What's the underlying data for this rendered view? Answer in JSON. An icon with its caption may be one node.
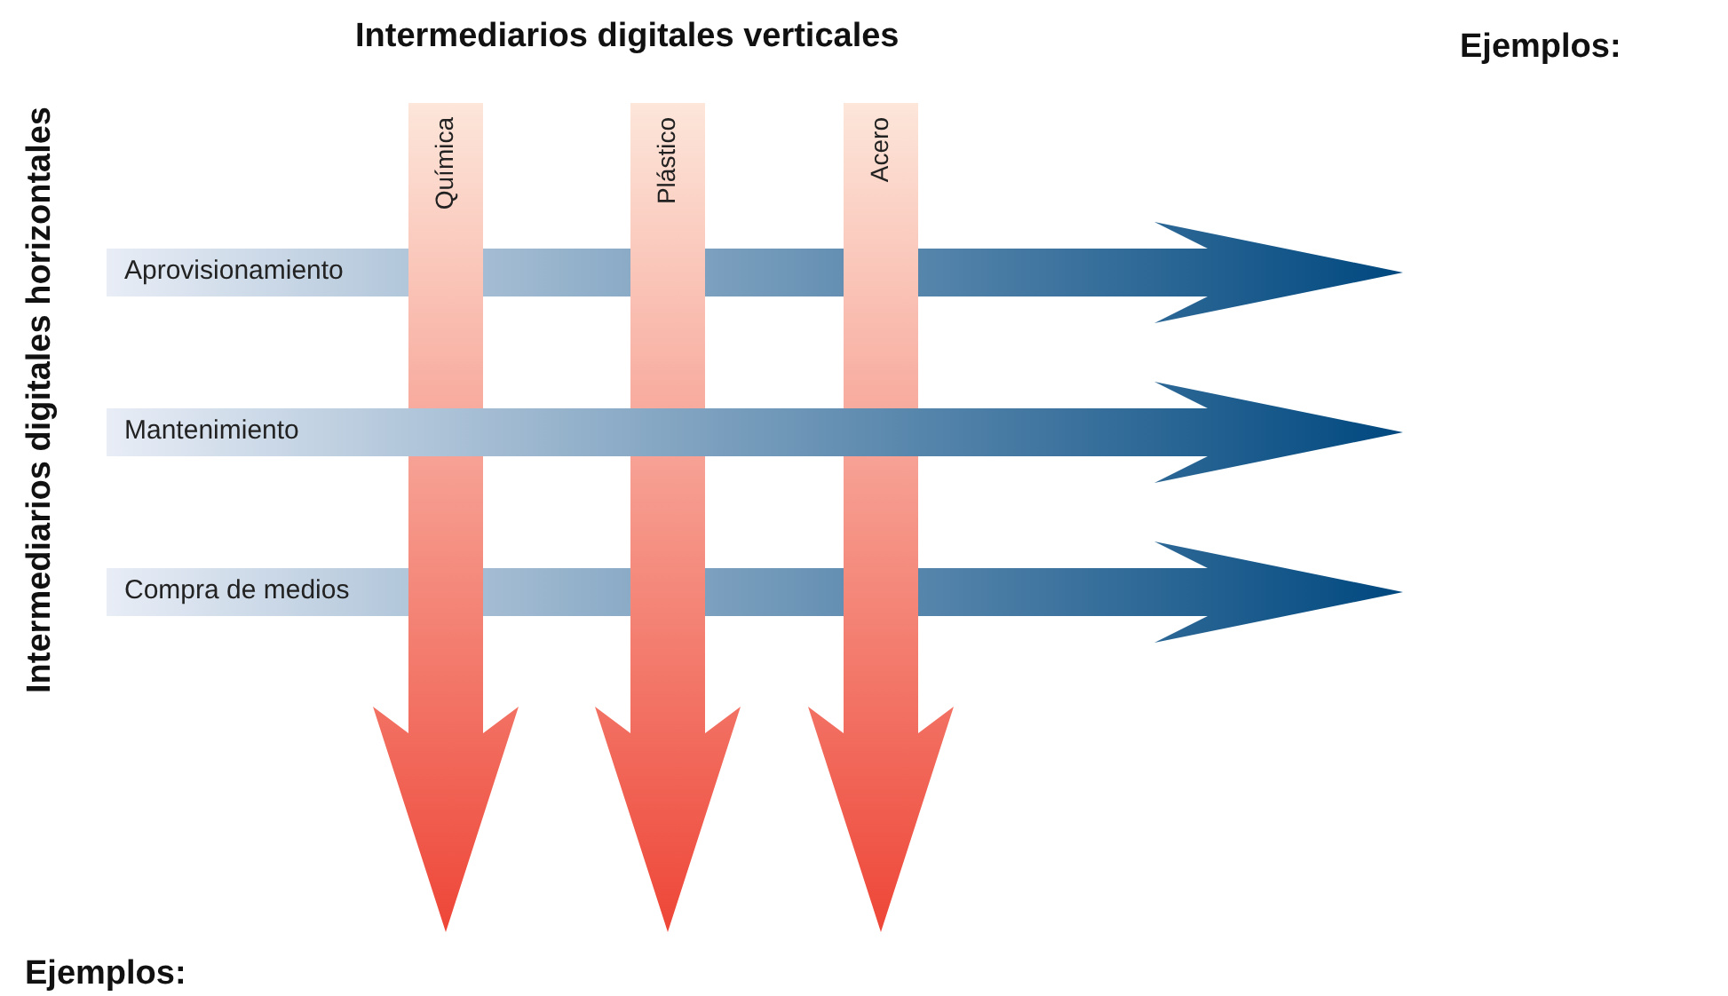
{
  "diagram": {
    "nodes": [
      {
        "text": [
          "Química"
        ]
      },
      {
        "text": [
          "Plástico"
        ]
      },
      {
        "text": [
          "Acero"
        ]
      },
      {
        "text": [
          "Aprovisionamiento"
        ]
      },
      {
        "text": [
          "Mantenimiento"
        ]
      },
      {
        "text": [
          "Compra de medios"
        ]
      }
    ],
    "labels": [
      "Intermediarios digitales verticales",
      "Ejemplos:",
      "Intermediarios digitales horizontales",
      "Ejemplos:"
    ]
  }
}
